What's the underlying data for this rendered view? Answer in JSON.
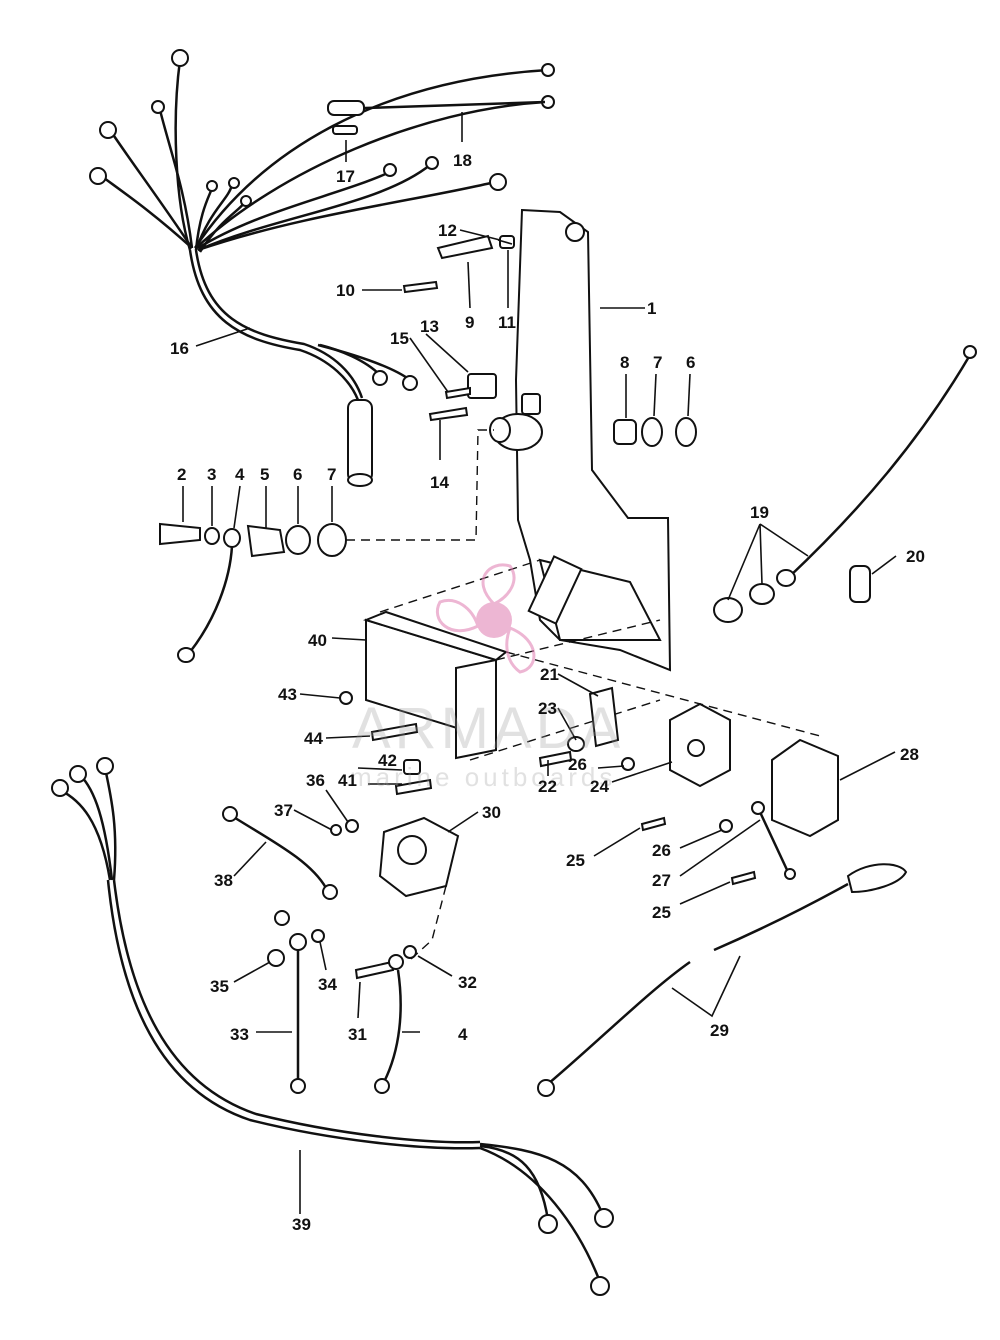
{
  "watermark": {
    "brand": "ARMADA",
    "tagline": "marine outboards",
    "color": "#e07bb0"
  },
  "callouts": [
    {
      "id": "c1",
      "text": "1"
    },
    {
      "id": "c2",
      "text": "2"
    },
    {
      "id": "c3",
      "text": "3"
    },
    {
      "id": "c4a",
      "text": "4"
    },
    {
      "id": "c5",
      "text": "5"
    },
    {
      "id": "c6a",
      "text": "6"
    },
    {
      "id": "c7a",
      "text": "7"
    },
    {
      "id": "c6b",
      "text": "6"
    },
    {
      "id": "c7b",
      "text": "7"
    },
    {
      "id": "c8",
      "text": "8"
    },
    {
      "id": "c9",
      "text": "9"
    },
    {
      "id": "c10",
      "text": "10"
    },
    {
      "id": "c11",
      "text": "11"
    },
    {
      "id": "c12",
      "text": "12"
    },
    {
      "id": "c13",
      "text": "13"
    },
    {
      "id": "c14",
      "text": "14"
    },
    {
      "id": "c15",
      "text": "15"
    },
    {
      "id": "c16",
      "text": "16"
    },
    {
      "id": "c17",
      "text": "17"
    },
    {
      "id": "c18",
      "text": "18"
    },
    {
      "id": "c19",
      "text": "19"
    },
    {
      "id": "c20",
      "text": "20"
    },
    {
      "id": "c21",
      "text": "21"
    },
    {
      "id": "c22",
      "text": "22"
    },
    {
      "id": "c23",
      "text": "23"
    },
    {
      "id": "c24",
      "text": "24"
    },
    {
      "id": "c25a",
      "text": "25"
    },
    {
      "id": "c25b",
      "text": "25"
    },
    {
      "id": "c26a",
      "text": "26"
    },
    {
      "id": "c26b",
      "text": "26"
    },
    {
      "id": "c27",
      "text": "27"
    },
    {
      "id": "c28",
      "text": "28"
    },
    {
      "id": "c29",
      "text": "29"
    },
    {
      "id": "c30",
      "text": "30"
    },
    {
      "id": "c31",
      "text": "31"
    },
    {
      "id": "c32",
      "text": "32"
    },
    {
      "id": "c33",
      "text": "33"
    },
    {
      "id": "c34",
      "text": "34"
    },
    {
      "id": "c35",
      "text": "35"
    },
    {
      "id": "c36",
      "text": "36"
    },
    {
      "id": "c37",
      "text": "37"
    },
    {
      "id": "c38",
      "text": "38"
    },
    {
      "id": "c39",
      "text": "39"
    },
    {
      "id": "c4b",
      "text": "4"
    },
    {
      "id": "c40",
      "text": "40"
    },
    {
      "id": "c41",
      "text": "41"
    },
    {
      "id": "c42",
      "text": "42"
    },
    {
      "id": "c43",
      "text": "43"
    },
    {
      "id": "c44",
      "text": "44"
    }
  ]
}
